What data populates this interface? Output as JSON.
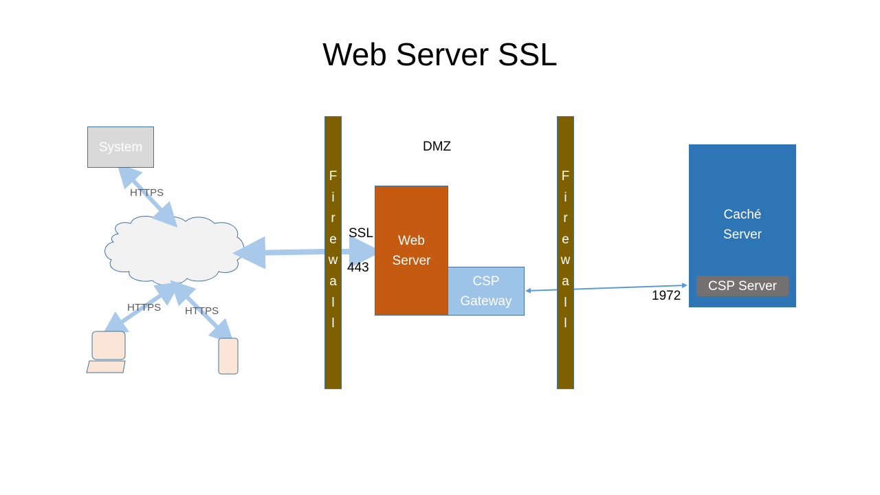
{
  "title": "Web Server SSL",
  "zone_label": "DMZ",
  "nodes": {
    "system": "System",
    "web_server": [
      "Web",
      "Server"
    ],
    "csp_gateway": [
      "CSP",
      "Gateway"
    ],
    "cache_server": [
      "Caché",
      "Server"
    ],
    "csp_server": "CSP Server"
  },
  "firewall": {
    "letters": [
      "F",
      "i",
      "r",
      "e",
      "w",
      "a",
      "l",
      "l"
    ]
  },
  "connections": {
    "system_cloud": "HTTPS",
    "laptop_cloud": "HTTPS",
    "mobile_cloud": "HTTPS",
    "ssl_label": "SSL",
    "ssl_port": "443",
    "csp_port": "1972"
  },
  "colors": {
    "firewall": "#7f6000",
    "web_server": "#c55a11",
    "csp_gateway": "#9dc3e6",
    "cache_server": "#2e75b6",
    "csp_server": "#767171",
    "system": "#d9d9d9",
    "client_device": "#fbe5d6",
    "arrow_light": "#a9c9ea",
    "arrow_dark": "#5b9bd5"
  }
}
